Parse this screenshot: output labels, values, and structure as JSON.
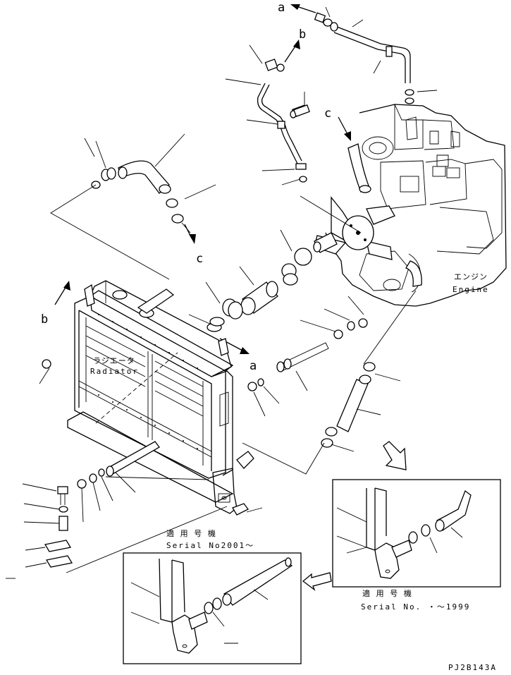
{
  "callouts": {
    "a_top": "a",
    "a_mid": "a",
    "b_top": "b",
    "b_left": "b",
    "c_top": "c",
    "c_mid": "c"
  },
  "engine": {
    "label_jp": "エンジン",
    "label_en": "Engine"
  },
  "radiator": {
    "label_jp": "ラジエータ",
    "label_en": "Radiator"
  },
  "serial_new": {
    "label_jp": "適 用 号 機",
    "label_en": "Serial No2001～"
  },
  "serial_old": {
    "label_jp": "適 用 号 機",
    "label_en": "Serial No.  ・～1999"
  },
  "drawing_code": "PJ2B143A"
}
